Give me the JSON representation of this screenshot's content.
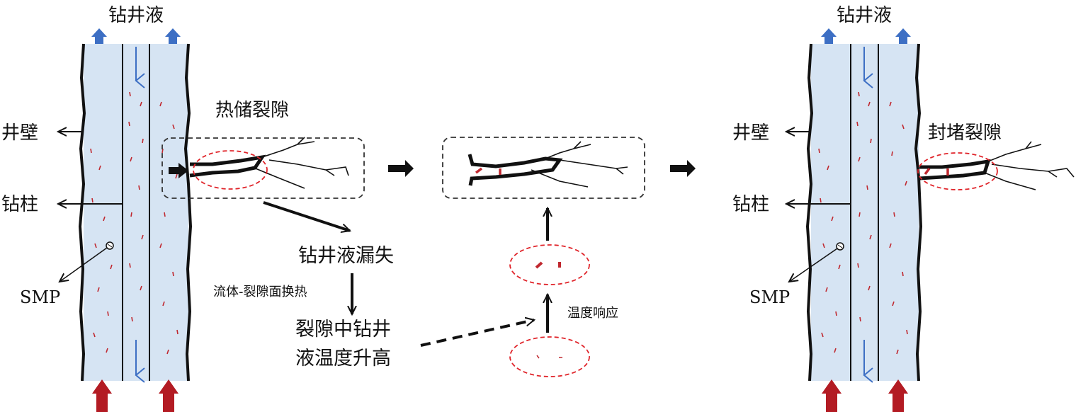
{
  "labels": {
    "drilling_fluid_left": "钻井液",
    "drilling_fluid_right": "钻井液",
    "wellbore_wall_left": "井壁",
    "wellbore_wall_right": "井壁",
    "drill_string_left": "钻柱",
    "drill_string_right": "钻柱",
    "smp_left": "SMP",
    "smp_right": "SMP",
    "reservoir_fracture": "热储裂隙",
    "sealed_fracture": "封堵裂隙",
    "fluid_loss": "钻井液漏失",
    "heat_exchange": "流体-裂隙面换热",
    "temp_rise_line1": "裂隙中钻井",
    "temp_rise_line2": "液温度升高",
    "temperature_response": "温度响应"
  },
  "colors": {
    "fluid_fill": "#d6e4f3",
    "down_flow_arrow": "#3d6fc4",
    "up_out_arrow": "#3d6fc4",
    "inflow_arrow": "#b31b23",
    "particle": "#c0282f",
    "dashed_ellipse": "#e0252b",
    "outline": "#111111"
  }
}
